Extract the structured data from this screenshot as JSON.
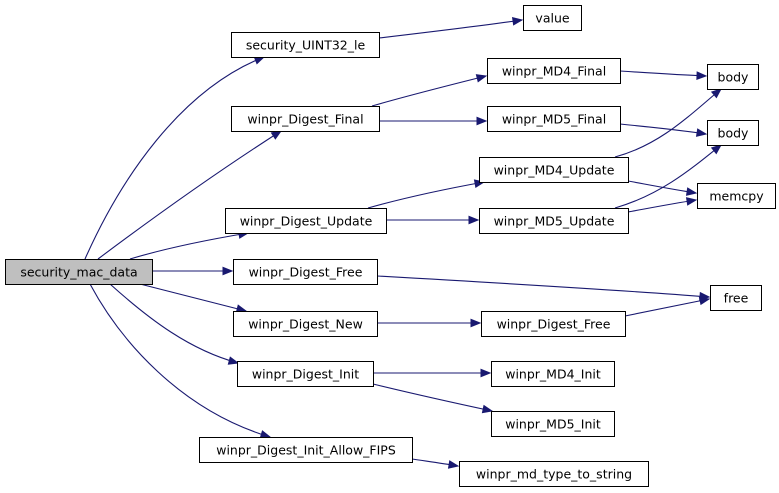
{
  "colors": {
    "edge": "#191970",
    "node_fill": "#ffffff",
    "root_fill": "#bfbfbf",
    "border": "#000000"
  },
  "nodes": {
    "security_mac_data": "security_mac_data",
    "security_uint32_le": "security_UINT32_le",
    "value": "value",
    "winpr_digest_final": "winpr_Digest_Final",
    "winpr_md4_final": "winpr_MD4_Final",
    "winpr_md5_final": "winpr_MD5_Final",
    "body_1": "body",
    "body_2": "body",
    "winpr_digest_update": "winpr_Digest_Update",
    "winpr_md4_update": "winpr_MD4_Update",
    "winpr_md5_update": "winpr_MD5_Update",
    "memcpy": "memcpy",
    "winpr_digest_free_1": "winpr_Digest_Free",
    "winpr_digest_free_2": "winpr_Digest_Free",
    "free": "free",
    "winpr_digest_new": "winpr_Digest_New",
    "winpr_digest_init": "winpr_Digest_Init",
    "winpr_md4_init": "winpr_MD4_Init",
    "winpr_md5_init": "winpr_MD5_Init",
    "winpr_digest_init_allow_fips": "winpr_Digest_Init_Allow_FIPS",
    "winpr_md_type_to_string": "winpr_md_type_to_string"
  }
}
